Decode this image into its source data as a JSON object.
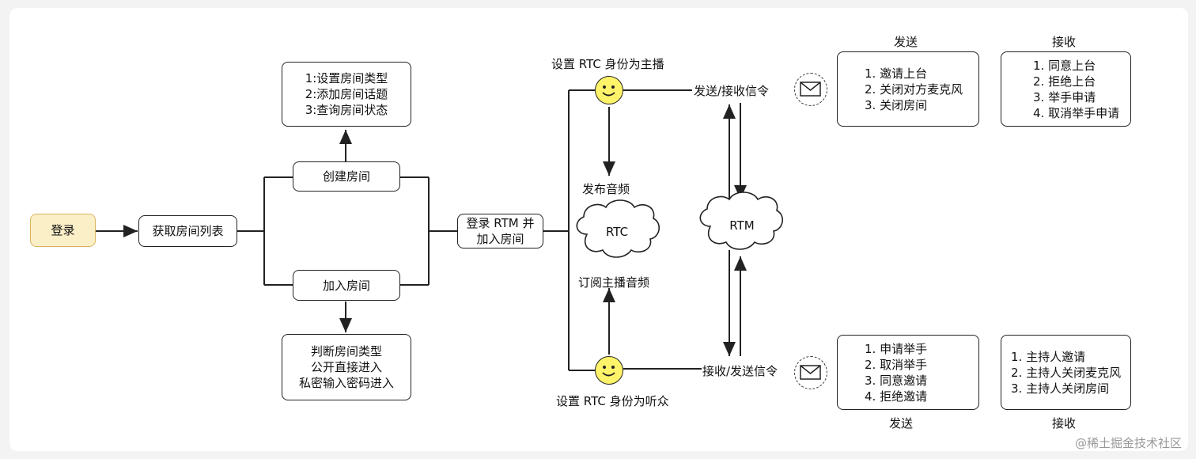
{
  "nodes": {
    "login": "登录",
    "room_list": "获取房间列表",
    "create_room": "创建房间",
    "join_room": "加入房间",
    "create_options": [
      "1:设置房间类型",
      "2:添加房间话题",
      "3:查询房间状态"
    ],
    "join_options": [
      "判断房间类型",
      "公开直接进入",
      "私密输入密码进入"
    ],
    "login_rtm": [
      "登录 RTM 并",
      "加入房间"
    ]
  },
  "rtc": {
    "host_role": "设置 RTC 身份为主播",
    "publish_audio": "发布音频",
    "cloud": "RTC",
    "subscribe_audio": "订阅主播音频",
    "audience_role": "设置 RTC 身份为听众"
  },
  "rtm": {
    "cloud": "RTM",
    "host_signal": "发送/接收信令",
    "audience_signal": "接收/发送信令"
  },
  "host": {
    "send_title": "发送",
    "send_items": [
      "1. 邀请上台",
      "2. 关闭对方麦克风",
      "3. 关闭房间"
    ],
    "recv_title": "接收",
    "recv_items": [
      "1. 同意上台",
      "2. 拒绝上台",
      "3. 举手申请",
      "4. 取消举手申请"
    ]
  },
  "audience": {
    "send_title": "发送",
    "send_items": [
      "1. 申请举手",
      "2. 取消举手",
      "3. 同意邀请",
      "4. 拒绝邀请"
    ],
    "recv_title": "接收",
    "recv_items": [
      "1. 主持人邀请",
      "2. 主持人关闭麦克风",
      "3. 主持人关闭房间"
    ]
  },
  "watermark": "@稀土掘金技术社区",
  "colors": {
    "login_fill": "#fbefc8",
    "smiley": "#fff36a",
    "line": "#222222"
  }
}
